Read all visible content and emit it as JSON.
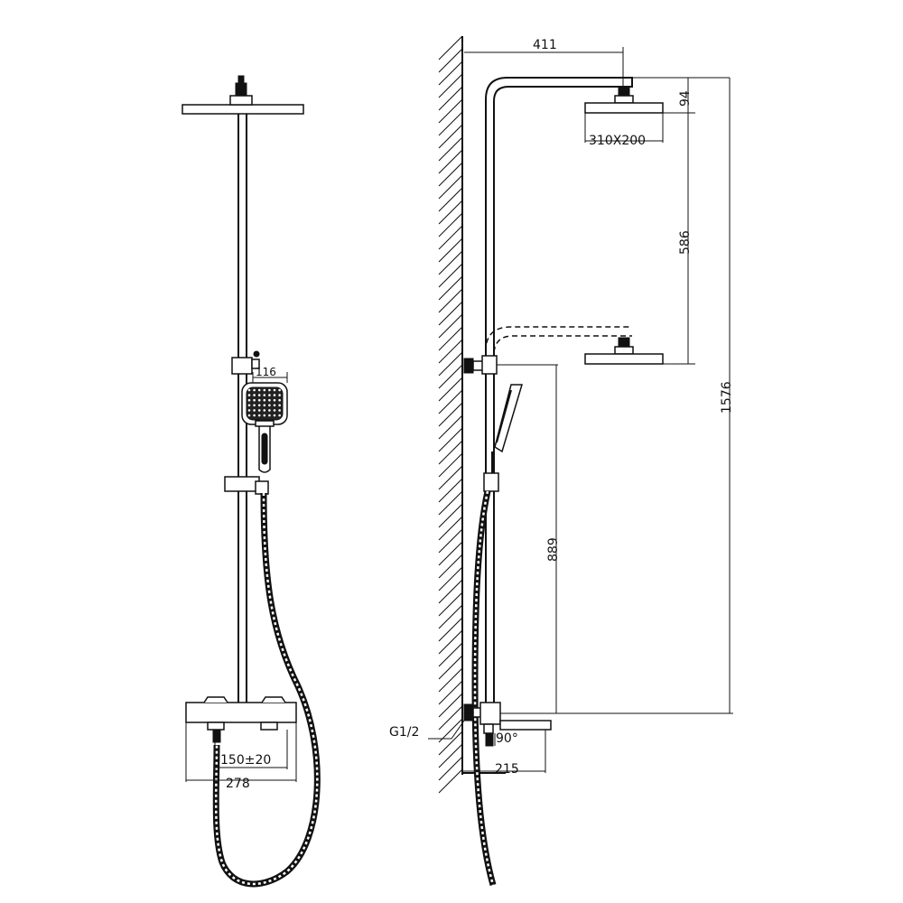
{
  "dimensions": {
    "hand_shower_width": "116",
    "inlet_spacing": "150±20",
    "mixer_width": "278",
    "arm_projection": "411",
    "head_drop": "94",
    "head_size": "310X200",
    "height_adjust": "586",
    "total_height": "1576",
    "slider_height": "889",
    "connection_thread": "G1/2",
    "spout_angle": "90°",
    "spout_projection": "215"
  }
}
